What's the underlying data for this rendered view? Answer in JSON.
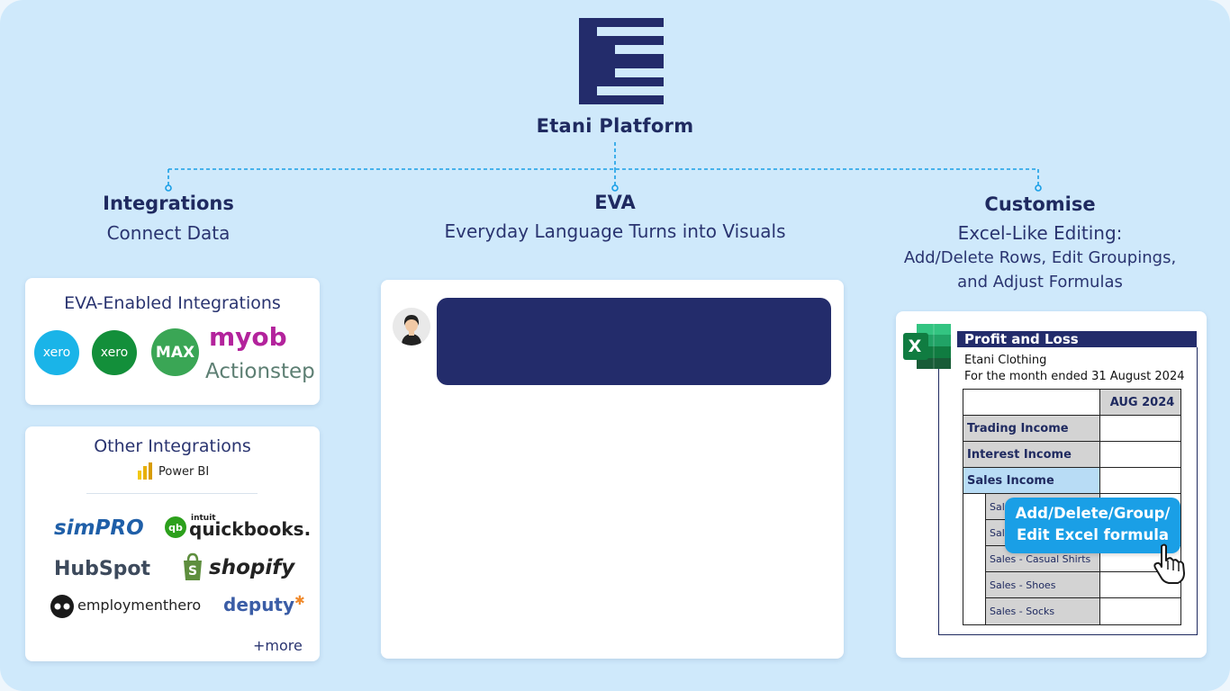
{
  "platform": {
    "title": "Etani Platform"
  },
  "columns": {
    "integrations": {
      "title": "Integrations",
      "subtitle": "Connect Data"
    },
    "eva": {
      "title": "EVA",
      "subtitle": "Everyday Language Turns into Visuals"
    },
    "customise": {
      "title": "Customise",
      "subtitle": "Excel-Like Editing:",
      "line2": "Add/Delete Rows, Edit Groupings,",
      "line3": "and Adjust Formulas"
    }
  },
  "eva_enabled": {
    "title": "EVA-Enabled Integrations",
    "logos": {
      "xero1": "xero",
      "xero2": "xero",
      "max": "MAX",
      "myob": "myob",
      "actionstep": "Actionstep"
    }
  },
  "other_integrations": {
    "title": "Other Integrations",
    "powerbi": "Power BI",
    "logos": {
      "simpro": "simPRO",
      "intuit": "intuit",
      "quickbooks": "quickbooks.",
      "hubspot": "HubSpot",
      "shopify": "shopify",
      "employmenthero": "employmenthero",
      "deputy": "deputy"
    },
    "more": "+more"
  },
  "excel": {
    "icon_letter": "X",
    "header": "Profit and Loss",
    "company": "Etani  Clothing",
    "period": "For the month ended 31 August 2024",
    "column_header": "AUG 2024",
    "rows": {
      "trading": "Trading Income",
      "interest": "Interest Income",
      "sales": "Sales Income",
      "sub1": "Sal",
      "sub2": "Sal",
      "sub3": "Sales - Casual Shirts",
      "sub4": "Sales - Shoes",
      "sub5": "Sales - Socks"
    },
    "tooltip_line1": "Add/Delete/Group/",
    "tooltip_line2": "Edit Excel formula"
  },
  "colors": {
    "navy": "#232c6b",
    "background": "#cfe9fb",
    "accent_blue": "#1a9fe6",
    "connector": "#1a9fe6"
  }
}
